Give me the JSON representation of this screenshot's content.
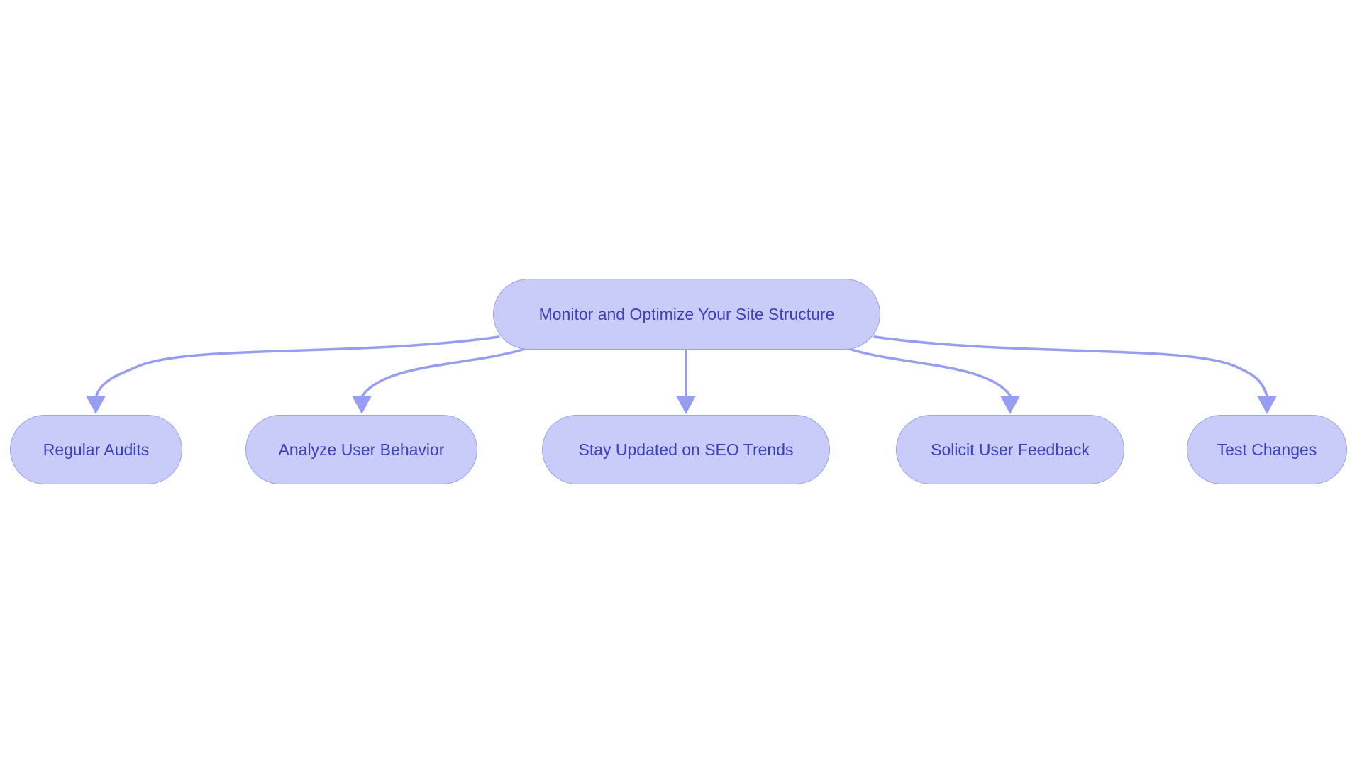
{
  "diagram": {
    "type": "flowchart",
    "root": {
      "label": "Monitor and Optimize Your Site Structure"
    },
    "children": [
      {
        "label": "Regular Audits"
      },
      {
        "label": "Analyze User Behavior"
      },
      {
        "label": "Stay Updated on SEO Trends"
      },
      {
        "label": "Solicit User Feedback"
      },
      {
        "label": "Test Changes"
      }
    ],
    "colors": {
      "background": "#ffffff",
      "node_fill": "#c9cbf8",
      "node_border": "#9aa0ee",
      "node_text": "#3d3fbb",
      "edge": "#979df0"
    }
  }
}
